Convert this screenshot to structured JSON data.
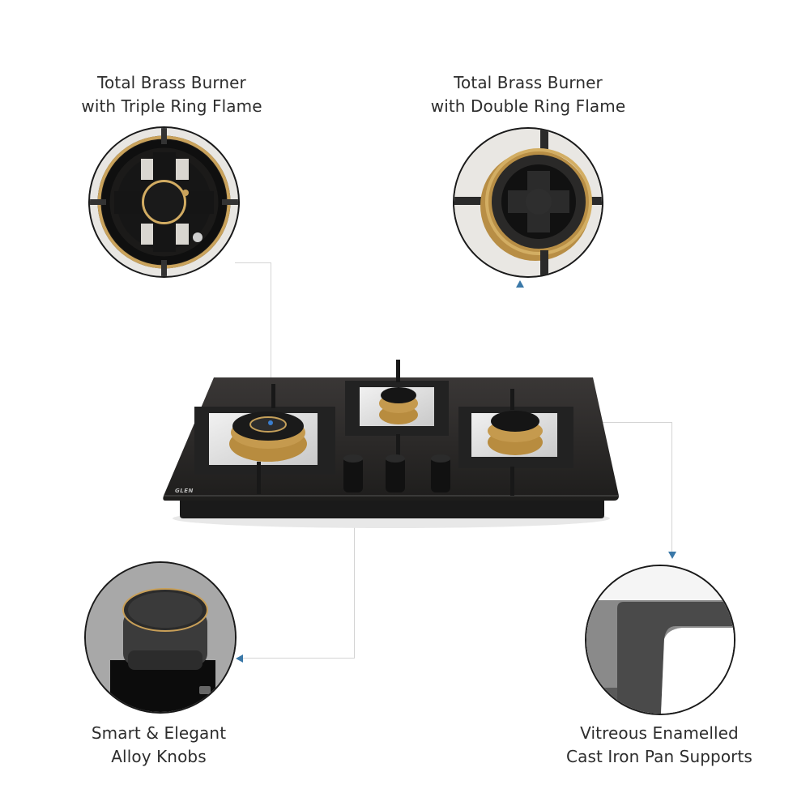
{
  "features": {
    "top_left": {
      "line1": "Total Brass Burner",
      "line2": "with Triple Ring Flame",
      "image": "triple-ring-brass-burner-closeup"
    },
    "top_right": {
      "line1": "Total Brass Burner",
      "line2": "with Double Ring Flame",
      "image": "double-ring-brass-burner-closeup"
    },
    "bottom_left": {
      "line1": "Smart & Elegant",
      "line2": "Alloy Knobs",
      "image": "alloy-knob-closeup"
    },
    "bottom_right": {
      "line1": "Vitreous Enamelled",
      "line2": "Cast Iron Pan Supports",
      "image": "cast-iron-pan-support-closeup"
    }
  },
  "product": {
    "brand": "GLEN",
    "description": "3-burner black glass gas hob with brass burners and 3 knobs",
    "burner_count": 3,
    "knob_count": 3
  },
  "colors": {
    "arrow": "#3a78a8",
    "connector": "#d4d4d4",
    "brass": "#c8a25a",
    "glass": "#2e2c2b"
  }
}
